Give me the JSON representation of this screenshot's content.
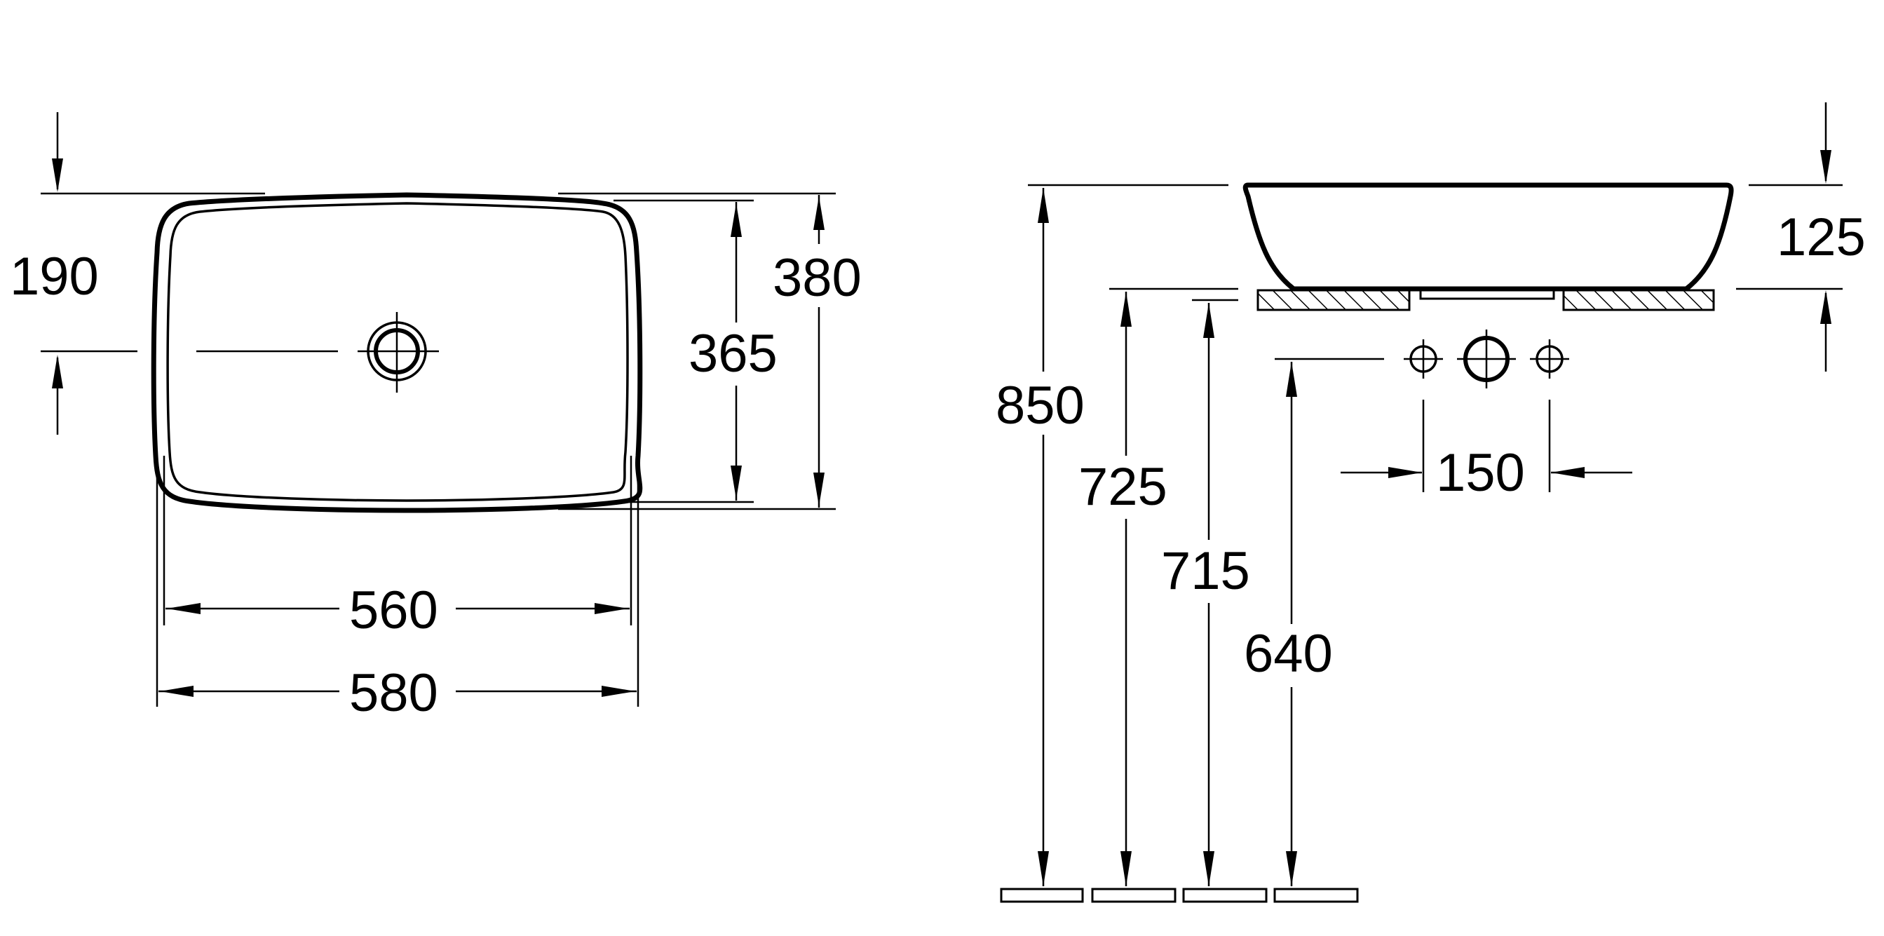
{
  "top_view": {
    "dims": {
      "offset_190": "190",
      "depth_380": "380",
      "inner_depth_365": "365",
      "inner_width_560": "560",
      "width_580": "580"
    }
  },
  "side_view": {
    "dims": {
      "height_850": "850",
      "height_725": "725",
      "height_715": "715",
      "height_640": "640",
      "spacing_150": "150",
      "basin_height_125": "125"
    }
  },
  "colors": {
    "line": "#000000",
    "background": "#ffffff"
  }
}
